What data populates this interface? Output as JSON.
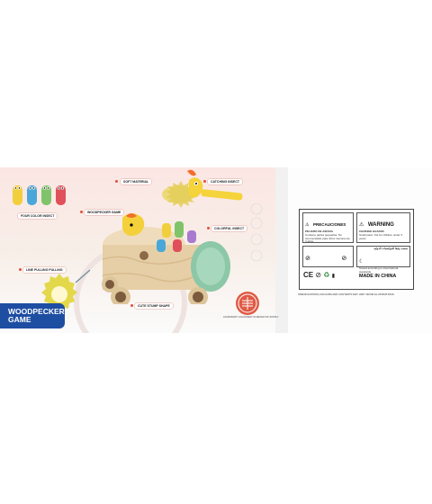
{
  "product": {
    "title_line1": "WOODPECKER",
    "title_line2": "GAME"
  },
  "callouts": {
    "four_color_insect": "FOUR COLOR INSECT",
    "soft_material": "SOFT MATERIAL",
    "woodpecker_game": "WOODPECKER GAME",
    "catching_insects": "CATCHING INSECT",
    "colorful_insects": "COLORFUL INSECT",
    "cute_stump_shape": "CUTE STUMP SHAPE",
    "hand_pull_drag": "LINE PULLING PULLING"
  },
  "accessory_note": "ACCESSORY COLOURED TO DESIGN OF SUPPLY",
  "warnings": {
    "precautions_title": "PRECAUCIONES",
    "precautions_sub": "PELIGRO DE ASFIXIA",
    "precautions_text": "Contiene partes pequeñas. No recomendado para niños menores de 3 años.",
    "warning_title": "WARNING",
    "choking_hazard": "CHOKING HAZARD",
    "choking_text": "Small parts. Not for children under 3 years.",
    "arabic_title": "صنعت وفقا للمواصفات الدولية",
    "tested_text": "Tested according to international standards",
    "made_in": "MADE IN CHINA"
  },
  "spec_note": "SPECIFICATIONS,COLOURS AND CONTENTS MAY VARY FROM ILLUSTRATIONS.",
  "colors": {
    "brand_blue": "#1e4ea2",
    "accent_red": "#e04f3f",
    "stump_tan": "#e6cfa7",
    "stump_green": "#8cc7a8",
    "yellow": "#f5d33a"
  }
}
